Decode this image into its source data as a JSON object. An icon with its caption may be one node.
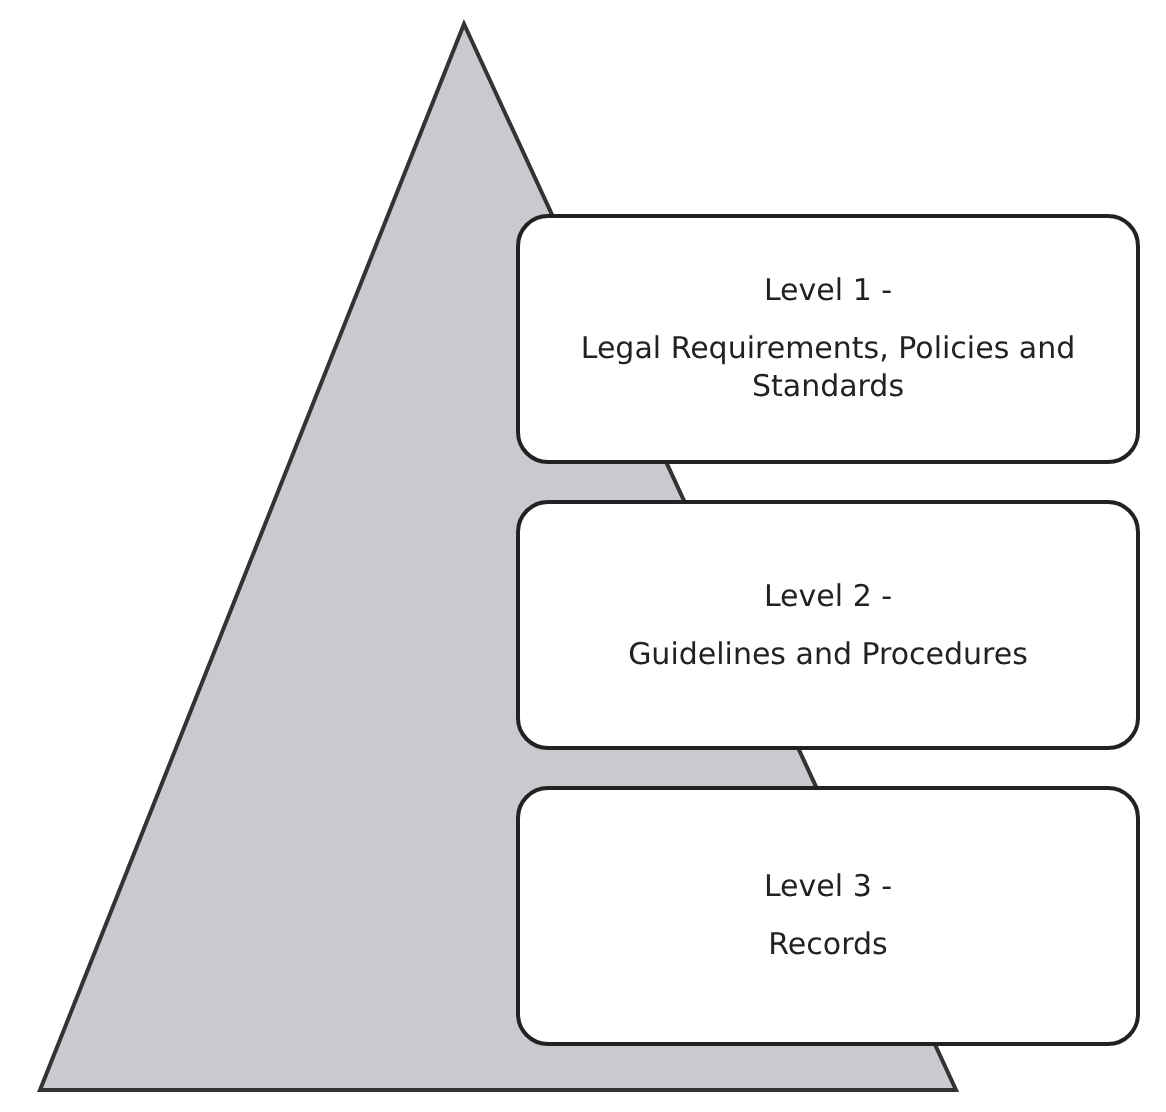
{
  "diagram": {
    "nodes": [
      {
        "text": [],
        "shape": "triangle"
      },
      {
        "text": [
          "Level 1 -",
          "Legal Requirements, Policies and Standards"
        ]
      },
      {
        "text": [
          "Level 2 -",
          "Guidelines and Procedures"
        ]
      },
      {
        "text": [
          "Level 3 -",
          "Records"
        ]
      }
    ],
    "edges": []
  }
}
